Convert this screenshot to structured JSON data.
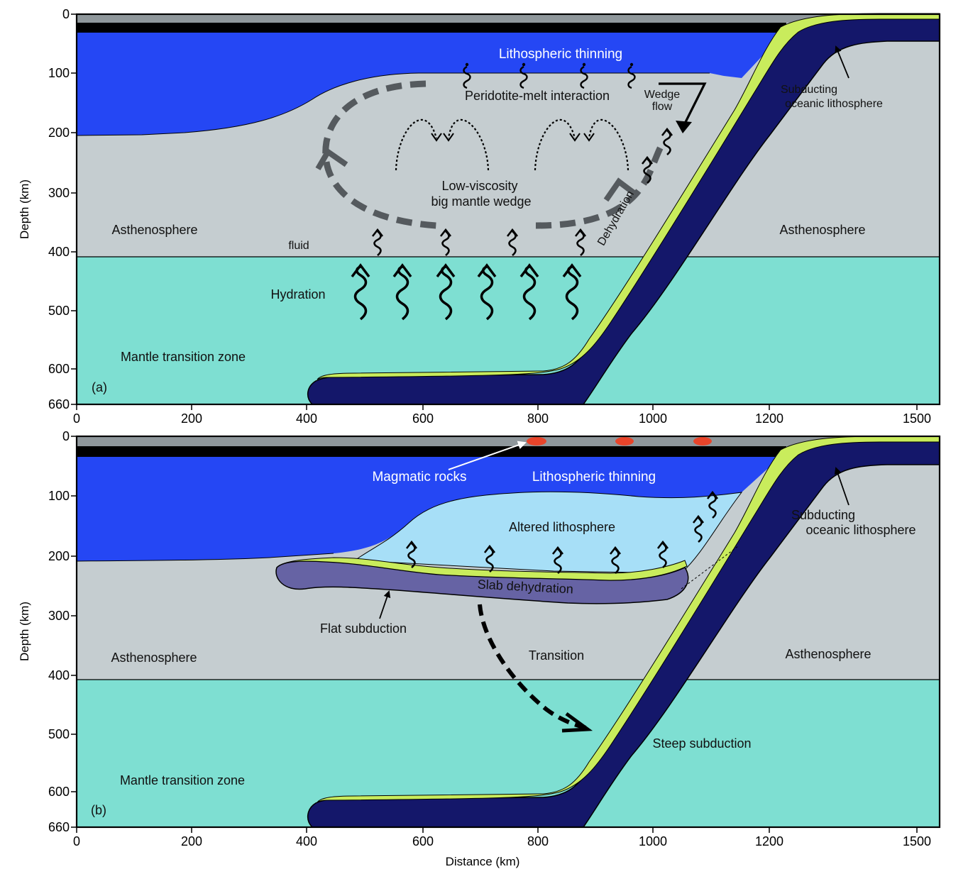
{
  "axes": {
    "y_label": "Depth (km)",
    "x_label": "Distance (km)",
    "y_ticks": [
      "0",
      "100",
      "200",
      "300",
      "400",
      "500",
      "600",
      "660"
    ],
    "x_ticks": [
      "0",
      "200",
      "400",
      "600",
      "800",
      "1000",
      "1200",
      "1500"
    ]
  },
  "panel_a": {
    "tag": "(a)",
    "lithospheric_thinning": "Lithospheric thinning",
    "peridotite_melt": "Peridotite-melt interaction",
    "wedge_flow_1": "Wedge",
    "wedge_flow_2": "flow",
    "subducting_1": "Subducting",
    "subducting_2": "oceanic lithosphere",
    "low_viscosity_1": "Low-viscosity",
    "low_viscosity_2": "big mantle wedge",
    "asthenosphere_left": "Asthenosphere",
    "asthenosphere_right": "Asthenosphere",
    "fluid": "fluid",
    "dehydration": "Dehydration",
    "hydration": "Hydration",
    "mantle_transition_zone": "Mantle transition zone"
  },
  "panel_b": {
    "tag": "(b)",
    "magmatic_rocks": "Magmatic rocks",
    "lithospheric_thinning": "Lithospheric thinning",
    "altered_lithosphere": "Altered lithosphere",
    "subducting_1": "Subducting",
    "subducting_2": "oceanic lithosphere",
    "slab_dehydration": "Slab dehydration",
    "flat_subduction": "Flat subduction",
    "asthenosphere_left": "Asthenosphere",
    "transition": "Transition",
    "asthenosphere_right": "Asthenosphere",
    "steep_subduction": "Steep subduction",
    "mantle_transition_zone": "Mantle transition zone"
  },
  "colors": {
    "crust_grey": "#8f979b",
    "crust_black": "#000000",
    "lithosphere_blue": "#2547f4",
    "asthenosphere": "#c5cdd0",
    "transition_zone": "#7edfd2",
    "slab_dark": "#14176a",
    "slab_crust": "#c9ec5c",
    "altered_lithosphere": "#a7dff7",
    "flat_slab": "#6663a4",
    "magma": "#e8442a",
    "flow_arrow": "#555a5e"
  }
}
